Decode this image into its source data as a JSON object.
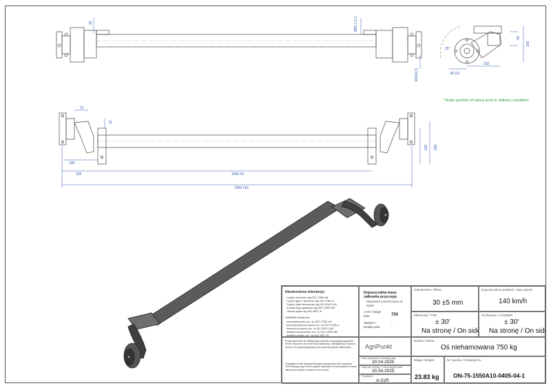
{
  "views": {
    "top_dims": {
      "d30": "30",
      "d_o60": "Ø60 ± 1,3",
      "d_m12": "M12x1,5"
    },
    "side_dims": {
      "d40": "40",
      "d130": "130",
      "d150": "150",
      "d112": "Ø 112",
      "d25": "25°"
    },
    "front_dims": {
      "d21": "21",
      "d12": "12",
      "d130": "130",
      "d225": "225",
      "d1550": "1550 ±5",
      "d2000": "2000 ±15",
      "d160": "160",
      "d200": "200"
    },
    "swing_arm_note": "* Angle position of swing arms in delivery condition!"
  },
  "title_block": {
    "tolerances": {
      "heading": "Nieokreślone tolerancje:",
      "items": [
        "Części zimnowe wg ISO 2768-mK",
        "Części gięte / tłoczone wg ISO 2768-m",
        "Części cięte termicznie wg ISO 9013-342",
        "Konstrukcje spawane wg ISO 13920 BF",
        "Jakość spoin wg ISO 5817 B"
      ],
      "heading_en": "Indefinite tolerances:",
      "items_en": [
        "machined parts acc. to ISO 2768-mK",
        "bent and pressed parts acc. to ISO 2768-m",
        "thermal cut parts acc. to ISO 9013-342",
        "welded construction acc. to ISO 13920 BF",
        "welding quality acc. to ISO 5817 B"
      ]
    },
    "mass": {
      "label": "Dopuszczalna masa całkowita przyczepy",
      "label_en": "Maximum overall mass of trailer",
      "single_label": "1 Oś / Single axle:",
      "single_value": "750",
      "tandem_label": "Tandem / Double axle:",
      "tandem_value": "-"
    },
    "offset": {
      "label": "Odsadzenie / Offset",
      "value": "30 ±5 mm"
    },
    "speed": {
      "label": "Dopuszczalna prędkość / Max speed",
      "value": "140 km/h"
    },
    "toe": {
      "label": "Zbieżność / TOE",
      "value": "± 30'",
      "side": "Na stronę / On side"
    },
    "camber": {
      "label": "Pochylenie / CAMBER",
      "value": "± 30'",
      "side": "Na stronę / On side"
    },
    "legal_pl": "Prawa autorskie do niniejszego rysunku przysługują wyłącznie firmie. Rysunek nie może być kopiowany, udostępniany osobom trzecim ani wykorzystywany bez pisemnej zgody właściciela.",
    "legal_en": "Copyright of this drawing belongs exclusively to the company. The drawing may not be copied, disclosed to third parties or used without the written consent of the owner.",
    "company": "AgriPunkt",
    "name": {
      "label": "Nazwa / Name",
      "value": "Oś niehamowana 750 kg"
    },
    "draw_date": {
      "label": "Data utworzenia / Drawing date",
      "value": "30.04.2025"
    },
    "change_date": {
      "label": "Data ost. zmiany / Last changed date",
      "value": "30.04.2025"
    },
    "designer": {
      "label": "Projektant",
      "value": "A-01R"
    },
    "weight": {
      "label": "Waga / Weight",
      "value": "23.83 kg"
    },
    "drawing_no": {
      "label": "Nr rysunku / Drawing No.",
      "value": "ON-75-1550A10-0405-04-1"
    }
  }
}
